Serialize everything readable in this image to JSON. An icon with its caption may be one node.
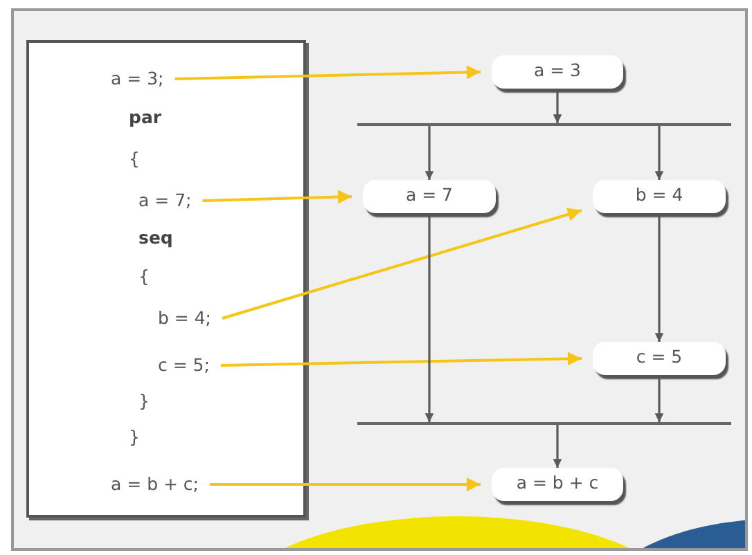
{
  "diagram": {
    "nodes": [
      {
        "text": [
          "a = 3;"
        ]
      },
      {
        "text": [
          "a = 3"
        ]
      },
      {
        "text": [],
        "shape": "bar"
      },
      {
        "text": [
          "a = 7;"
        ]
      },
      {
        "text": [
          "a = 7"
        ]
      },
      {
        "text": [
          "b = 4"
        ]
      },
      {
        "text": [
          "b = 4;"
        ]
      },
      {
        "text": [
          "c = 5;"
        ]
      },
      {
        "text": [
          "c = 5"
        ]
      },
      {
        "text": [],
        "shape": "bar"
      },
      {
        "text": [
          "a = b + c;"
        ]
      },
      {
        "text": [
          "a = b + c"
        ]
      }
    ],
    "edges": [
      {
        "from": 0,
        "to": 1,
        "arrow": "to",
        "color": "#f5c518"
      },
      {
        "from": 1,
        "to": 2,
        "arrow": "to"
      },
      {
        "from": 2,
        "to": 4,
        "arrow": "to"
      },
      {
        "from": 2,
        "to": 5,
        "arrow": "to"
      },
      {
        "from": 3,
        "to": 4,
        "arrow": "to",
        "color": "#f5c518"
      },
      {
        "from": 6,
        "to": 5,
        "arrow": "to",
        "color": "#f5c518"
      },
      {
        "from": 5,
        "to": 8,
        "arrow": "to"
      },
      {
        "from": 7,
        "to": 8,
        "arrow": "to",
        "color": "#f5c518"
      },
      {
        "from": 4,
        "to": 9,
        "arrow": "to"
      },
      {
        "from": 8,
        "to": 9,
        "arrow": "to"
      },
      {
        "from": 9,
        "to": 11,
        "arrow": "to"
      },
      {
        "from": 10,
        "to": 11,
        "arrow": "to",
        "color": "#f5c518"
      }
    ],
    "labels": [
      "par",
      "{",
      "seq",
      "{",
      "}",
      "}"
    ]
  }
}
